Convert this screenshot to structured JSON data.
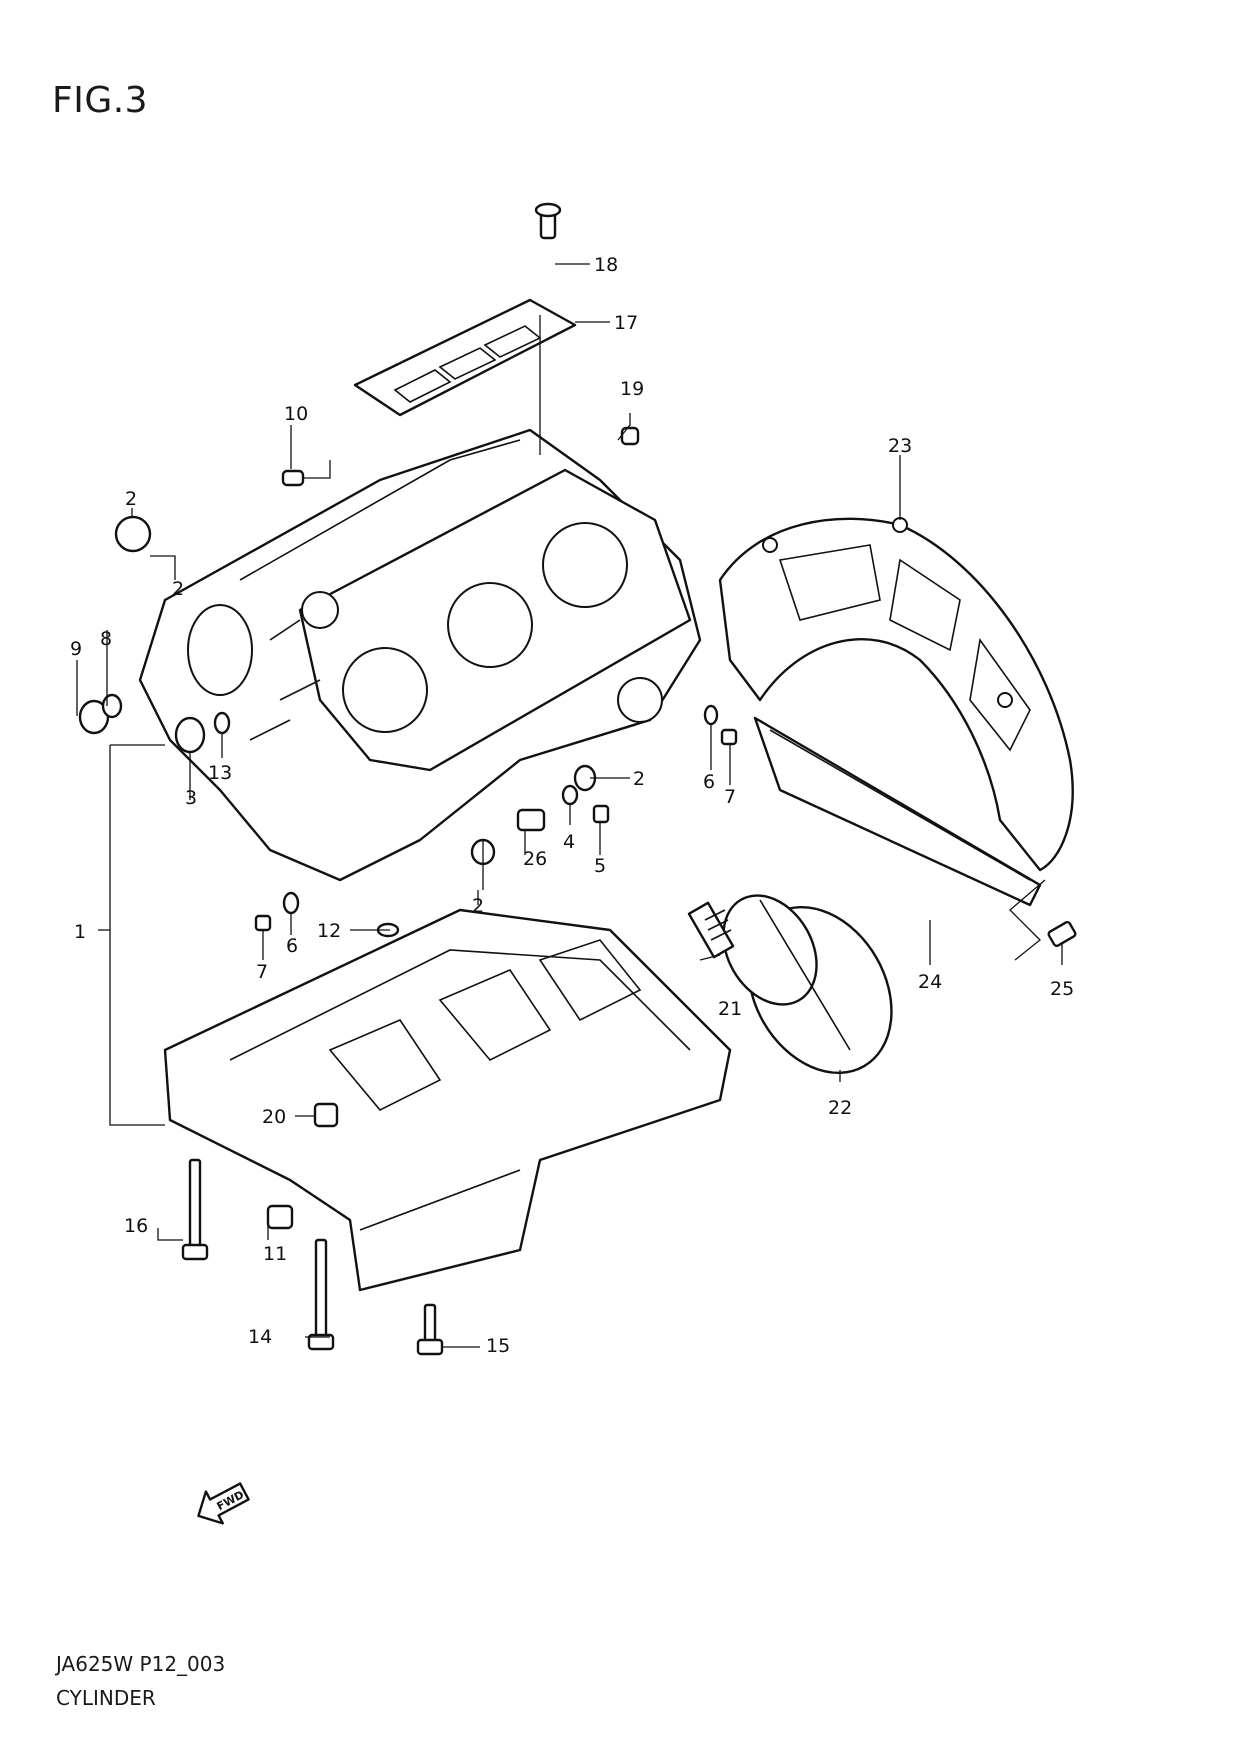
{
  "figure": {
    "title": "FIG.3"
  },
  "footer": {
    "code": "JA625W P12_003",
    "name": "CYLINDER"
  },
  "fwd": {
    "text": "FWD"
  },
  "callouts": [
    "1",
    "2",
    "2",
    "2",
    "2",
    "3",
    "4",
    "5",
    "6",
    "6",
    "7",
    "7",
    "8",
    "9",
    "10",
    "11",
    "12",
    "13",
    "14",
    "15",
    "16",
    "17",
    "18",
    "19",
    "20",
    "21",
    "22",
    "23",
    "24",
    "25",
    "26"
  ]
}
